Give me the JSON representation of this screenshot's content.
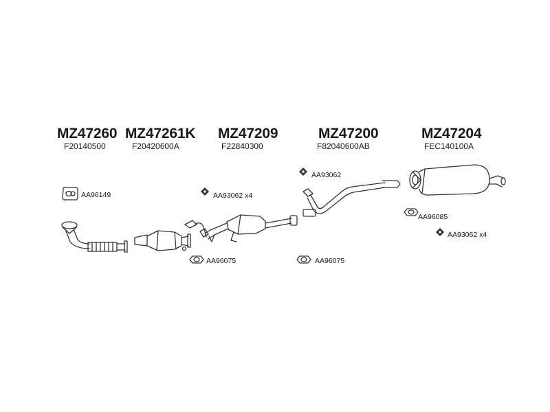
{
  "parts": [
    {
      "code": "MZ47260",
      "ref": "F20140500"
    },
    {
      "code": "MZ47261K",
      "ref": "F20420600A"
    },
    {
      "code": "MZ47209",
      "ref": "F22840300"
    },
    {
      "code": "MZ47200",
      "ref": "F82040600AB"
    },
    {
      "code": "MZ47204",
      "ref": "FEC140100A"
    }
  ],
  "accessories": [
    {
      "label": "AA96149",
      "icon": "flange-gasket-icon"
    },
    {
      "label": "AA93062 x4",
      "icon": "clamp-icon"
    },
    {
      "label": "AA93062",
      "icon": "clamp-icon"
    },
    {
      "label": "AA96085",
      "icon": "ring-gasket-icon"
    },
    {
      "label": "AA93062 x4",
      "icon": "clamp-icon"
    },
    {
      "label": "AA96075",
      "icon": "ring-gasket-icon"
    },
    {
      "label": "AA96075",
      "icon": "ring-gasket-icon"
    }
  ],
  "colors": {
    "line": "#333333",
    "text": "#1a1a1a",
    "background": "#ffffff"
  }
}
